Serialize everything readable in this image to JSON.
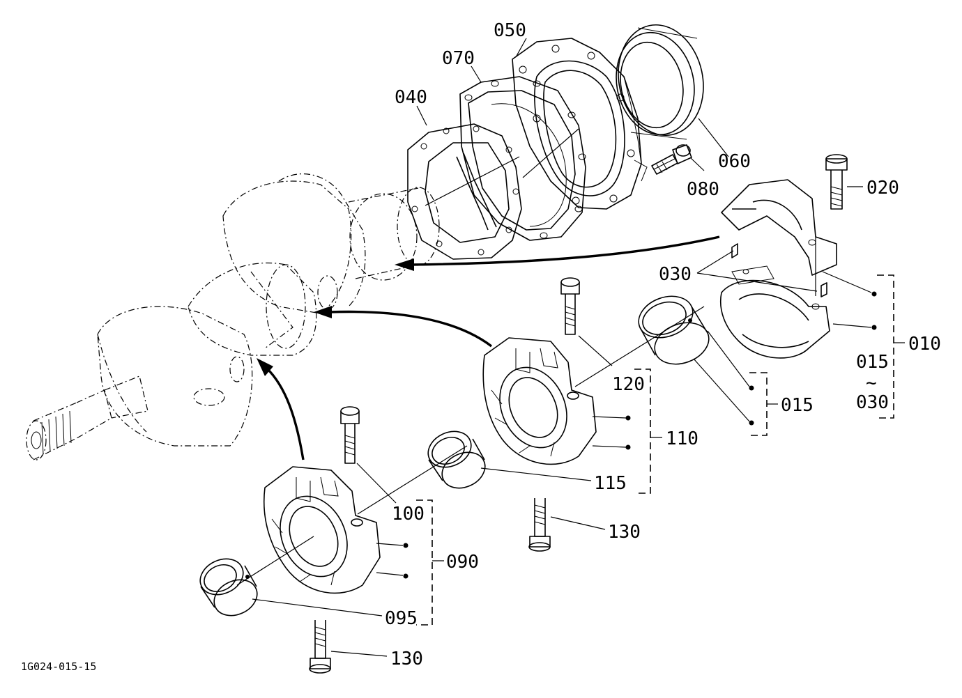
{
  "reference_code": "1G024-015-15",
  "labels": {
    "p010": "010",
    "p015": "015",
    "p015b": "015",
    "p020": "020",
    "p030": "030",
    "p030b": "030",
    "p040": "040",
    "p050": "050",
    "p060": "060",
    "p070": "070",
    "p080": "080",
    "p090": "090",
    "p095": "095",
    "p100": "100",
    "p110": "110",
    "p115": "115",
    "p120": "120",
    "p130a": "130",
    "p130b": "130",
    "tilde": "~"
  }
}
